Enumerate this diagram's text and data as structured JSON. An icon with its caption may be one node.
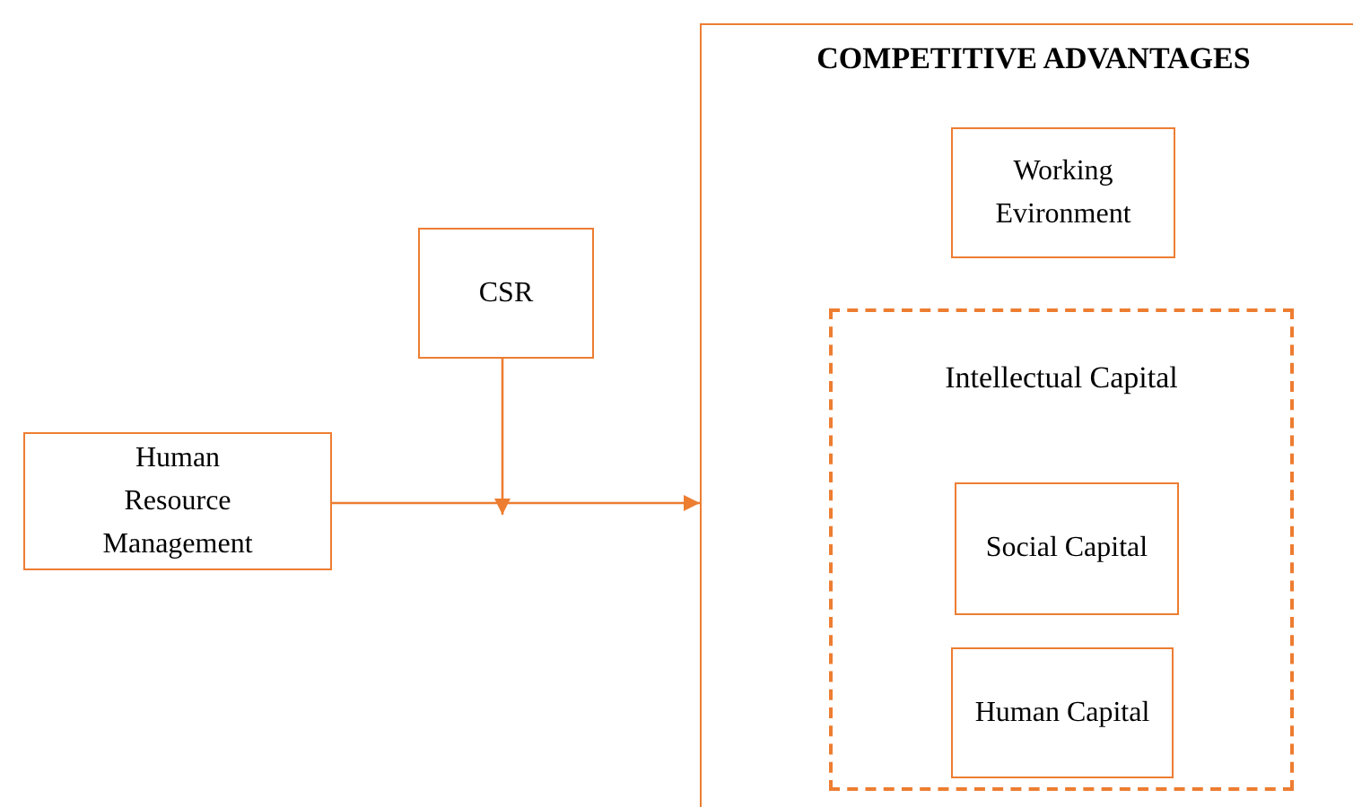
{
  "diagram": {
    "nodes": [
      {
        "text": [
          "Human Resource Management"
        ]
      },
      {
        "text": [
          "CSR"
        ]
      },
      {
        "text": [
          "COMPETITIVE ADVANTAGES"
        ]
      },
      {
        "text": [
          "Working Evironment"
        ],
        "in": 2
      },
      {
        "text": [
          "Intellectual Capital"
        ],
        "in": 2
      },
      {
        "text": [
          "Social Capital"
        ],
        "in": 4
      },
      {
        "text": [
          "Human Capital"
        ],
        "in": 4
      }
    ],
    "edges": [
      {
        "from": 0,
        "to": 2,
        "arrow": "to"
      },
      {
        "from": 1,
        "to": null,
        "arrow": "to"
      }
    ]
  }
}
